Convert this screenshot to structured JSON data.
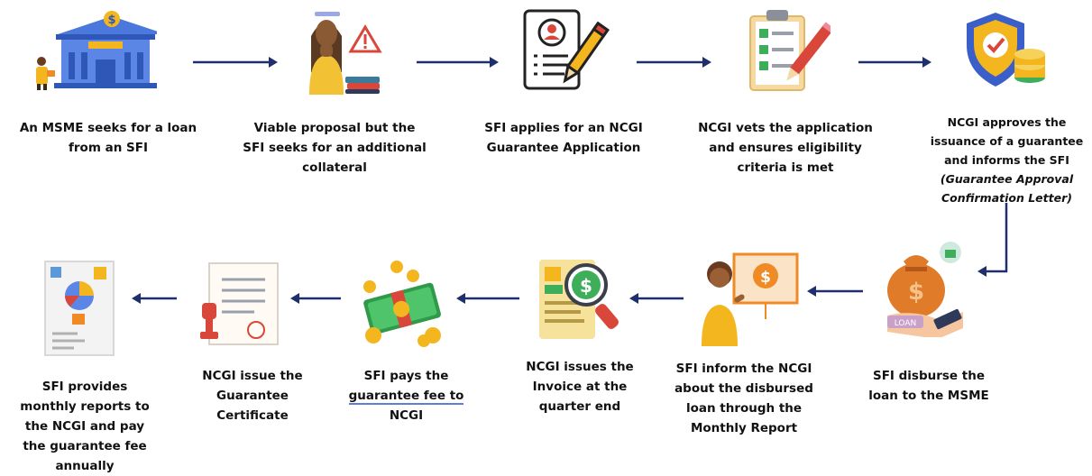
{
  "colors": {
    "arrow": "#1f2f6b",
    "building": "#3f6bd0",
    "gold": "#f3b61f",
    "green": "#3fae5a",
    "orange": "#f08a24",
    "red": "#d9473b"
  },
  "steps": [
    {
      "id": 1,
      "icon": "bank-building-icon",
      "lines": [
        "An MSME seeks for a loan",
        "from an SFI"
      ]
    },
    {
      "id": 2,
      "icon": "worried-person-warning-icon",
      "lines": [
        "Viable proposal but the",
        "SFI seeks for an additional",
        "collateral"
      ]
    },
    {
      "id": 3,
      "icon": "application-form-pen-icon",
      "lines": [
        "SFI applies for an NCGI",
        "Guarantee Application"
      ]
    },
    {
      "id": 4,
      "icon": "checklist-clipboard-icon",
      "lines": [
        "NCGI vets the application",
        "and ensures eligibility",
        "criteria is met"
      ]
    },
    {
      "id": 5,
      "icon": "shield-coins-icon",
      "lines": [
        "NCGI approves the",
        "issuance of a guarantee",
        "and informs the SFI"
      ],
      "note": [
        "(Guarantee Approval",
        "Confirmation Letter)"
      ]
    },
    {
      "id": 6,
      "icon": "loan-money-bag-icon",
      "lines": [
        "SFI disburse the",
        "loan to the MSME"
      ]
    },
    {
      "id": 7,
      "icon": "person-presenting-chart-icon",
      "lines": [
        "SFI inform the NCGI",
        "about the disbursed",
        "loan through the",
        "Monthly Report"
      ]
    },
    {
      "id": 8,
      "icon": "invoice-magnifier-icon",
      "lines": [
        "NCGI issues the",
        "Invoice at the",
        "quarter end"
      ]
    },
    {
      "id": 9,
      "icon": "cash-coins-icon",
      "lines": [
        "SFI pays the",
        "guarantee fee to",
        "NCGI"
      ]
    },
    {
      "id": 10,
      "icon": "certificate-stamp-icon",
      "lines": [
        "NCGI issue the",
        "Guarantee",
        "Certificate"
      ]
    },
    {
      "id": 11,
      "icon": "report-document-icon",
      "lines": [
        "SFI provides",
        "monthly reports to",
        "the NCGI and pay",
        "the guarantee fee",
        "annually"
      ]
    }
  ]
}
